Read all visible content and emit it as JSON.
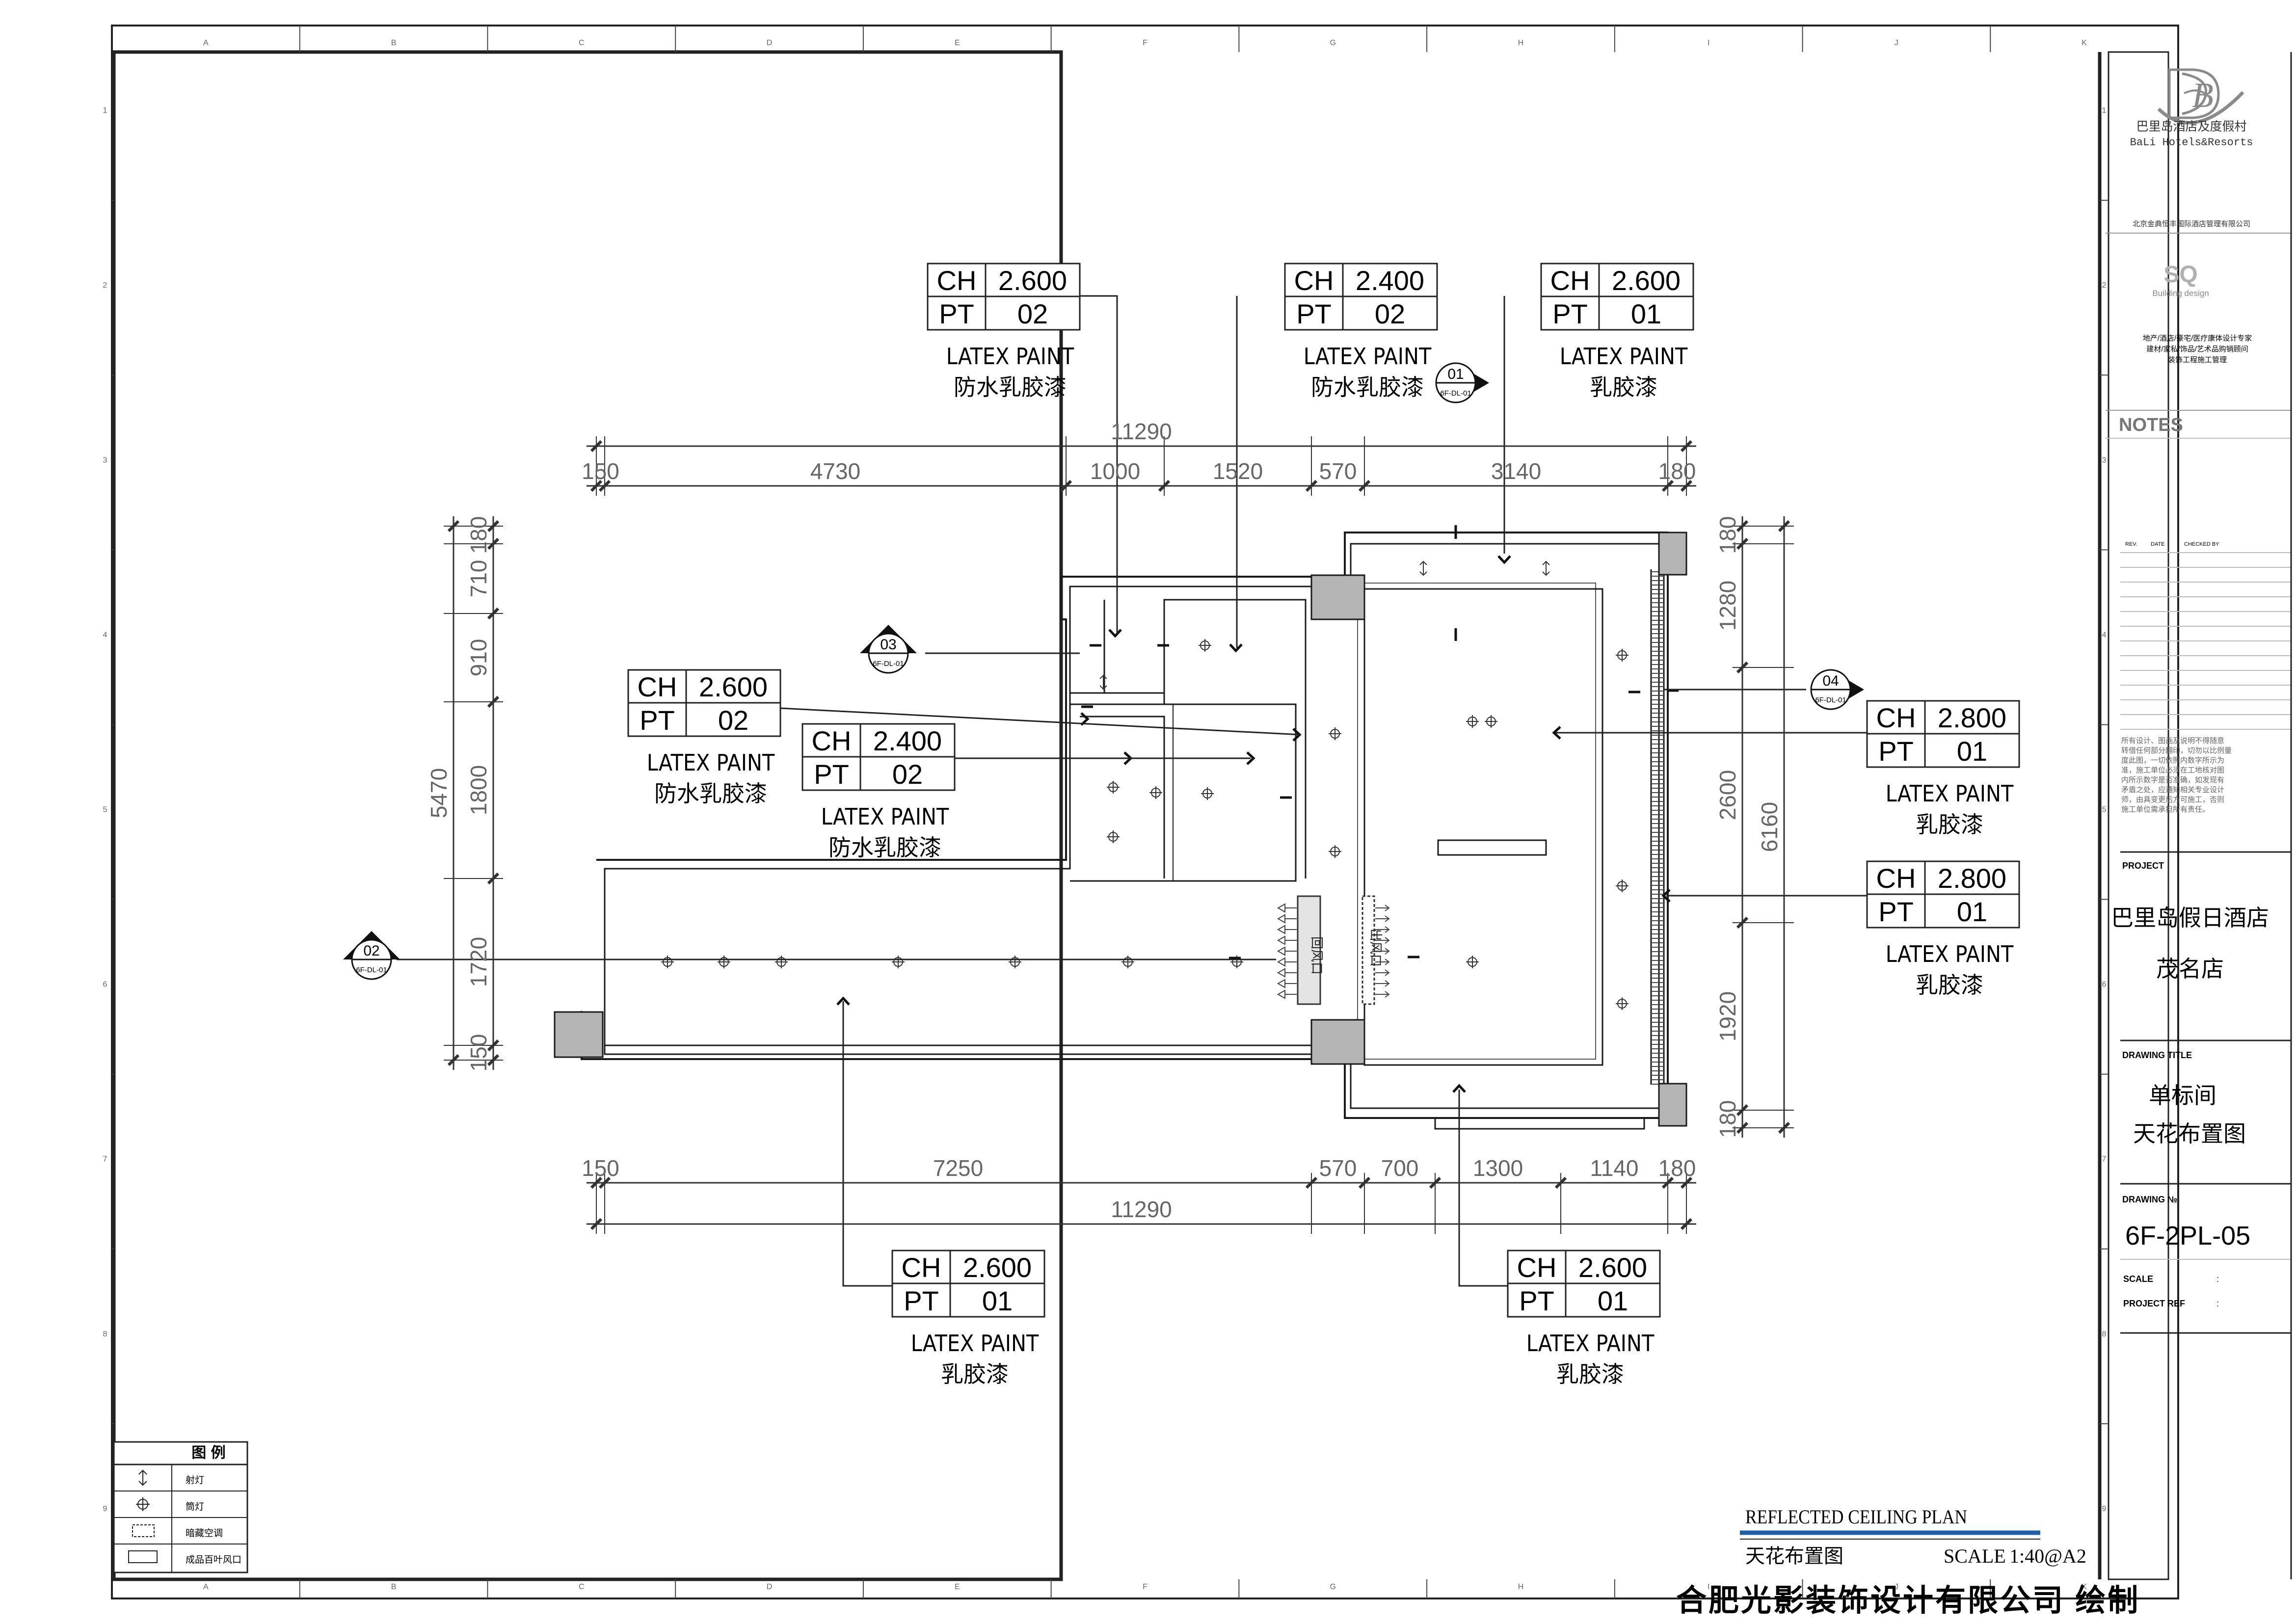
{
  "grid": {
    "columns": [
      "A",
      "B",
      "C",
      "D",
      "E",
      "F",
      "G",
      "H",
      "I",
      "J",
      "K"
    ],
    "rows": [
      "1",
      "2",
      "3",
      "4",
      "5",
      "6",
      "7",
      "8",
      "9"
    ]
  },
  "tags": [
    {
      "ch_label": "CH",
      "ch_value": "2.600",
      "pt_label": "PT",
      "pt_value": "02",
      "line1": "LATEX PAINT",
      "line2": "防水乳胶漆"
    },
    {
      "ch_label": "CH",
      "ch_value": "2.400",
      "pt_label": "PT",
      "pt_value": "02",
      "line1": "LATEX PAINT",
      "line2": "防水乳胶漆"
    },
    {
      "ch_label": "CH",
      "ch_value": "2.600",
      "pt_label": "PT",
      "pt_value": "01",
      "line1": "LATEX PAINT",
      "line2": "乳胶漆"
    },
    {
      "ch_label": "CH",
      "ch_value": "2.600",
      "pt_label": "PT",
      "pt_value": "02",
      "line1": "LATEX PAINT",
      "line2": "防水乳胶漆"
    },
    {
      "ch_label": "CH",
      "ch_value": "2.400",
      "pt_label": "PT",
      "pt_value": "02",
      "line1": "LATEX PAINT",
      "line2": "防水乳胶漆"
    },
    {
      "ch_label": "CH",
      "ch_value": "2.800",
      "pt_label": "PT",
      "pt_value": "01",
      "line1": "LATEX PAINT",
      "line2": "乳胶漆"
    },
    {
      "ch_label": "CH",
      "ch_value": "2.800",
      "pt_label": "PT",
      "pt_value": "01",
      "line1": "LATEX PAINT",
      "line2": "乳胶漆"
    },
    {
      "ch_label": "CH",
      "ch_value": "2.600",
      "pt_label": "PT",
      "pt_value": "01",
      "line1": "LATEX PAINT",
      "line2": "乳胶漆"
    },
    {
      "ch_label": "CH",
      "ch_value": "2.600",
      "pt_label": "PT",
      "pt_value": "01",
      "line1": "LATEX PAINT",
      "line2": "乳胶漆"
    }
  ],
  "section_marks": [
    {
      "num": "01",
      "ref": "6F-DL-01"
    },
    {
      "num": "03",
      "ref": "6F-DL-01"
    },
    {
      "num": "04",
      "ref": "6F-DL-01"
    },
    {
      "num": "02",
      "ref": "6F-DL-01"
    }
  ],
  "dims": {
    "top_total": "11290",
    "top_segments": [
      "150",
      "4730",
      "1000",
      "1520",
      "570",
      "3140",
      "180"
    ],
    "bottom_total": "11290",
    "bottom_segments": [
      "150",
      "7250",
      "570",
      "700",
      "1300",
      "1140",
      "180"
    ],
    "left_total": "5470",
    "left_segments": [
      "180",
      "710",
      "910",
      "1800",
      "1720",
      "150"
    ],
    "right_total": "6160",
    "right_segments": [
      "180",
      "1280",
      "2600",
      "1920",
      "180"
    ]
  },
  "grille_labels": {
    "return": "回风口",
    "supply": "出风口"
  },
  "legend": {
    "title": "图  例",
    "items": [
      {
        "icon": "spotlight-icon",
        "label": "射灯"
      },
      {
        "icon": "downlight-icon",
        "label": "筒灯"
      },
      {
        "icon": "concealed-ac-icon",
        "label": "暗藏空调"
      },
      {
        "icon": "return-grille-icon",
        "label": "成品百叶风口"
      }
    ]
  },
  "plan_title": {
    "english": "REFLECTED CEILING PLAN",
    "chinese": "天花布置图",
    "scale_label": "SCALE",
    "scale_value": "1:40@A2",
    "rule_color": "#1f5fa8"
  },
  "footer": {
    "company": "合肥光影装饰设计有限公司 绘制"
  },
  "title_block": {
    "logo_cn": "巴里岛酒店及度假村",
    "logo_en": "BaLi Hotels&Resorts",
    "company": "北京金典恒丰国际酒店管理有限公司",
    "sq_logo": "SQ",
    "sq_sub": "Building design",
    "services": [
      "地产/酒店/豪宅/医疗康体设计专家",
      "建材/家私/饰品/艺术品购销顾问",
      "装饰工程施工管理"
    ],
    "notes_heading": "NOTES",
    "rev_headers": [
      "REV.",
      "DATE",
      "CHECKED BY"
    ],
    "disclaimer": [
      "所有设计、图画及说明不得随意",
      "转借任何部分翻印，切勿以比例量",
      "度此图，一切依照内数字所示为",
      "准，施工单位必须在工地核对图",
      "内所示数字是否准确，如发现有",
      "矛盾之处，应通知相关专业设计",
      "师，由具变更后方可施工，否则",
      "施工单位需承担所有责任。"
    ],
    "project_label": "PROJECT",
    "project_name_1": "巴里岛假日酒店",
    "project_name_2": "茂名店",
    "drawing_title_label": "DRAWING  TITLE",
    "drawing_title_1": "单标间",
    "drawing_title_2": "天花布置图",
    "drawing_no_label": "DRAWING №",
    "drawing_no": "6F-2PL-05",
    "scale_label": "SCALE",
    "scale_colon": ":",
    "project_ref_label": "PROJECT REF",
    "project_ref_colon": ":"
  }
}
